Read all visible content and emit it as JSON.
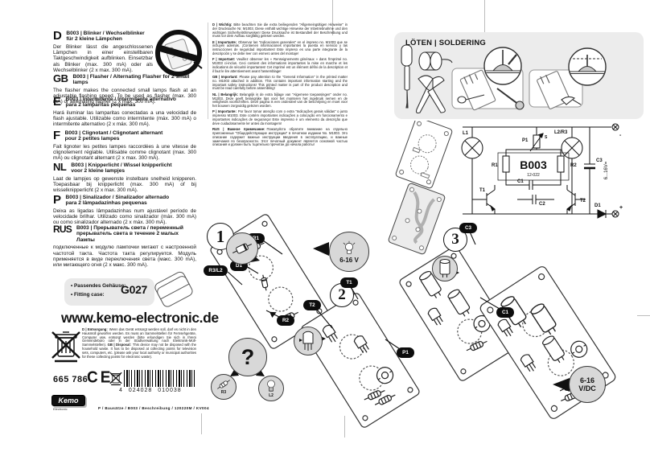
{
  "sections": [
    {
      "code": "D",
      "title": "B003 | Blinker / Wechselblinker\nfür 2 kleine Lämpchen",
      "body": "Der Blinker lässt die angeschlossenen Lämpchen in einer einstellbaren Taktgeschwindigkeit aufblinken. Einsetzbar als Blinker (max. 300 mA) oder als Wechselblinker (2 x max. 300 mA)."
    },
    {
      "code": "GB",
      "title": "B003 | Flasher / Alternating Flasher for 2 small lamps",
      "body": "The flasher makes the connected small lamps flash at an adjustable flashing speed. To be used as flasher (max. 300 mA) or alternating flasher (2 x max. 300 mA)."
    },
    {
      "code": "E",
      "title": "B003 | Intermitente / Intermitente alternativo\npara 2 lamparitas pequeñas",
      "body": "Hará iluminar las lamparitas conectadas a una velocidad de flash ajustable. Utilizable como intermitente (máx. 300 mA) o intermitente alternativo (2 x máx. 300 mA)."
    },
    {
      "code": "F",
      "title": "B003 | Clignotant / Clignotant alternant\npour 2 petites lampes",
      "body": "Fait lignoter les petites lampes raccordées à une vitesse de clignotement réglable. Utilisable comme clignotant (max. 300 mA) ou clignotant alternant (2 x max. 300 mA)."
    },
    {
      "code": "NL",
      "title": "B003 | Knipperlicht / Wissel knipperlicht\nvoor 2 kleine lampjes",
      "body": "Laat de lampjes op gewenste instelbare snelheid knipperen. Toepasbaar bij knipperlicht (max. 300 mA) of bij wisselknipperlicht (2 x max. 300 mA)."
    },
    {
      "code": "P",
      "title": "B003 | Sinalizador / Sinalizador alternado\npara 2 lâmpadazinhas pequenas",
      "body": "Deixa as ligadas lâmpadazinhas num ajustável período de velocidade brilhar. Utilizado como sinalizador (máx. 300 mA) ou como sinalizador alternado (2 x máx. 300 mA)."
    },
    {
      "code": "RUS",
      "title": "B003 | Прерыватель света / переменный\nпрерыватель света в течение 2 малых Лампы",
      "body": "подключенные к модулю лампочки мигают с настроенной частотой такта. Частота такта регулируется. Модуль применяется в виде переключения света (макс. 300 mA), или мигающего огня (2 x макс. 300 mA)."
    }
  ],
  "notices": [
    {
      "label": "D | Wichtig:",
      "text": "Bitte beachten Sie die extra beiliegenden \"Allgemeingültigen Hinweise\" in der Drucksache Nr. M1003. Diese enthält wichtige Hinweise der Inbetriebnahme und den wichtigen Sicherheitshinweisen! Diese Drucksache ist Bestandteil der Beschreibung und muss vor dem Aufbau sorgfältig gelesen werden."
    },
    {
      "label": "E | Importante:",
      "text": "Observar las \"Indicaciones generales\" en el impreso no. M1003 que se incluyen además. ¡Contienen informaciones importantes la puesta en servicio y las instrucciones de seguridad importantes! Este impreso es una parte integrante de la descripción y se debe leer con esmero antes del montaje!"
    },
    {
      "label": "F | Important:",
      "text": "Veuillez observer les « Renseignements généraux » dans l'imprimé no. M1003 ci-inclus. Ceci contient des informations importantes la mise en marche et les indications de sécurité importantes! Cet imprimé est un élément défini de la description et il faut le lire attentivement avant l'assemblage!"
    },
    {
      "label": "GB | Important:",
      "text": "Please pay attention to the \"General Information\" in the printed matter no. M1003 attached in addition. This contains important information starting and the important safety instructions! This printed matter is part of the product description and must be read carefully before assembling!"
    },
    {
      "label": "NL | Belangrijk:",
      "text": "Belangrijk is de extra bijlage van \"Algemene toepassingen\" onder no. M1003. Deze geeft belangrijke tips voor het monteren het ingebruik nemen en de veiligheids voorschriften. Deze pagina is een onderdeel van de beschrijving en moet voor het bouwen zorgvuldig gelezen worden."
    },
    {
      "label": "P | Importante:",
      "text": "Por favor tomar atenção com o extra \"Indicações gerais válidas\" o junto impresso M1003. Este contém importantes indicações a colocação em funcionamento e importantes indicações de segurança! Este impresso é um elemento da descrição que deve cuidadosamente ler antes da montagem!"
    },
    {
      "label": "RUS | Важное примечание:",
      "text": "Пожалуйста обратите внимание на отдельно приложенные \"Общедействующие инструкции\" в печатном издании No. M1003. Это описание содержит важные инструкции введения в эксплуатацию, и важные замечания по безопасности. Этот печатный документ является основной частью описания и должен быть тщательно прочитан до начала работы!"
    }
  ],
  "soldering": {
    "title": "LÖTEN | SOLDERING"
  },
  "fitting": {
    "line1": "• Passendes Gehäuse:",
    "line2": "• Fitting case:",
    "value": "G027"
  },
  "website": "www.kemo-electronic.de",
  "disposal": {
    "d_label": "D | Entsorgung:",
    "d_text": "Wenn das Gerät entsorgt werden soll, darf es nicht in den Hausmüll geworfen werden. Es muss an Sammelstellen für Fernsehgeräte, Computer usw. entsorgt werden (bitte erkundigen Sie sich in Ihrem Gemeindebüro oder in der Stadtverwaltung nach Elektronik-Müll-Sammelstellen).",
    "gb_label": "GB | Disposal:",
    "gb_text": "This device may not be disposed with the household waste. It has to be disposed at collecting points for television sets, computers, etc. (please ask your local authority or municipal authorities for these collecting points for electronic waste)."
  },
  "order_number": "665 786",
  "ce_mark": "CE",
  "barcode": {
    "digit": "4",
    "group1": "024028",
    "group2": "010038"
  },
  "brand": {
    "name": "Kemo",
    "sub": "Electronic"
  },
  "footer": "P / Bausätze / B003 / Beschreibung / 120220M / KV004",
  "schematic": {
    "title": "B003",
    "subtitle": "12-022",
    "l1": "L1",
    "p1": "P1",
    "s": "S",
    "l2r3": "L2/R3",
    "r1": "R1",
    "r2": "R2",
    "c1": "C1",
    "c2": "C2",
    "c3": "C3",
    "t1": "T1",
    "t2": "T2",
    "d1": "D1",
    "voltage": "6...16V=",
    "plus": "+",
    "minus": "-"
  },
  "assembly": {
    "steps": [
      "1",
      "2",
      "3"
    ],
    "labels": {
      "r1": "R1",
      "d1": "D1",
      "r3l2": "R3/L2",
      "r2": "R2",
      "t1": "T1",
      "t2": "T2",
      "p1": "P1",
      "c1": "C1",
      "c3": "C3"
    },
    "callouts": {
      "lamp_voltage": "6-16 V",
      "question": "?",
      "r3": "R3",
      "l2": "L2",
      "supply_line1": "6-16",
      "supply_line2": "V/DC"
    }
  }
}
